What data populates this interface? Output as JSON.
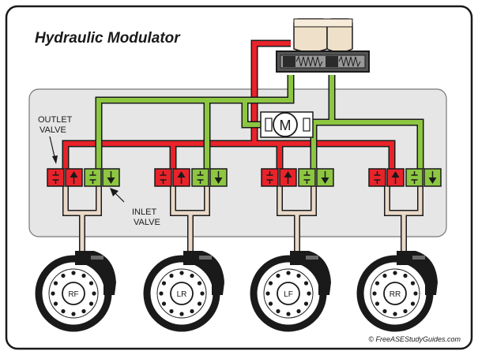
{
  "title": "Hydraulic Modulator",
  "labels": {
    "outlet_line1": "OUTLET",
    "outlet_line2": "VALVE",
    "inlet_line1": "INLET",
    "inlet_line2": "VALVE",
    "motor": "M",
    "copyright": "© FreeASEStudyGuides.com"
  },
  "wheels": [
    {
      "id": "rf",
      "label": "RF"
    },
    {
      "id": "lr",
      "label": "LR"
    },
    {
      "id": "lf",
      "label": "LF"
    },
    {
      "id": "rr",
      "label": "RR"
    }
  ],
  "colors": {
    "pressure_line": "#e8232a",
    "return_line": "#8dc641",
    "brake_line": "#ead9c8",
    "housing": "#e6e6e6",
    "outline": "#1a1a1a"
  }
}
